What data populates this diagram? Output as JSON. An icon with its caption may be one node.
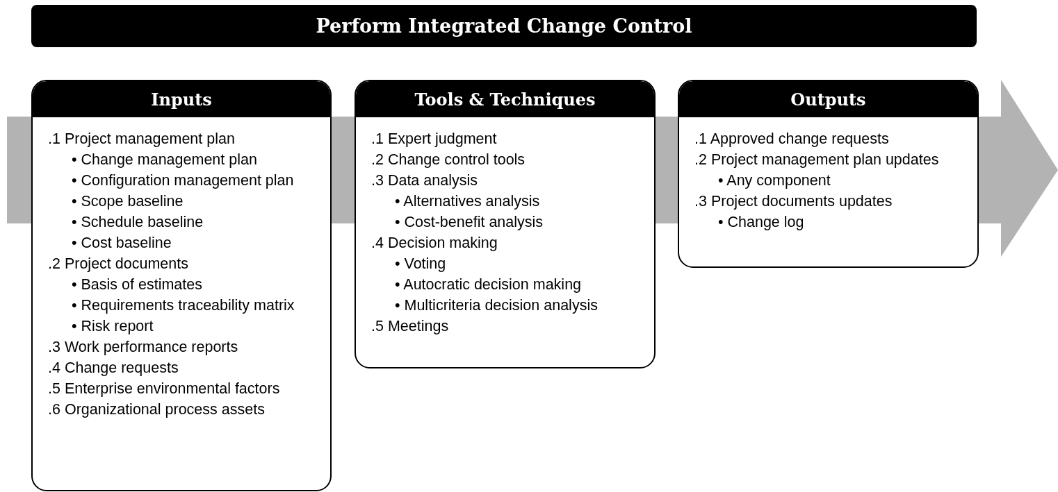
{
  "diagram": {
    "title": "Perform Integrated Change Control",
    "nodes": [
      {
        "text": [
          "Inputs",
          ".1 Project management plan",
          "• Change management plan",
          "• Configuration management plan",
          "• Scope baseline",
          "• Schedule baseline",
          "• Cost baseline",
          ".2 Project documents",
          "• Basis of estimates",
          "• Requirements traceability matrix",
          "• Risk report",
          ".3 Work performance reports",
          ".4 Change requests",
          ".5 Enterprise environmental factors",
          ".6 Organizational process assets"
        ]
      },
      {
        "text": [
          "Tools & Techniques",
          ".1 Expert judgment",
          ".2 Change control tools",
          ".3 Data analysis",
          "• Alternatives analysis",
          "• Cost-benefit analysis",
          ".4 Decision making",
          "• Voting",
          "• Autocratic decision making",
          "• Multicriteria decision analysis",
          ".5 Meetings"
        ]
      },
      {
        "text": [
          "Outputs",
          ".1 Approved change requests",
          ".2 Project management plan updates",
          "• Any component",
          ".3 Project documents updates",
          "• Change log"
        ]
      }
    ]
  }
}
